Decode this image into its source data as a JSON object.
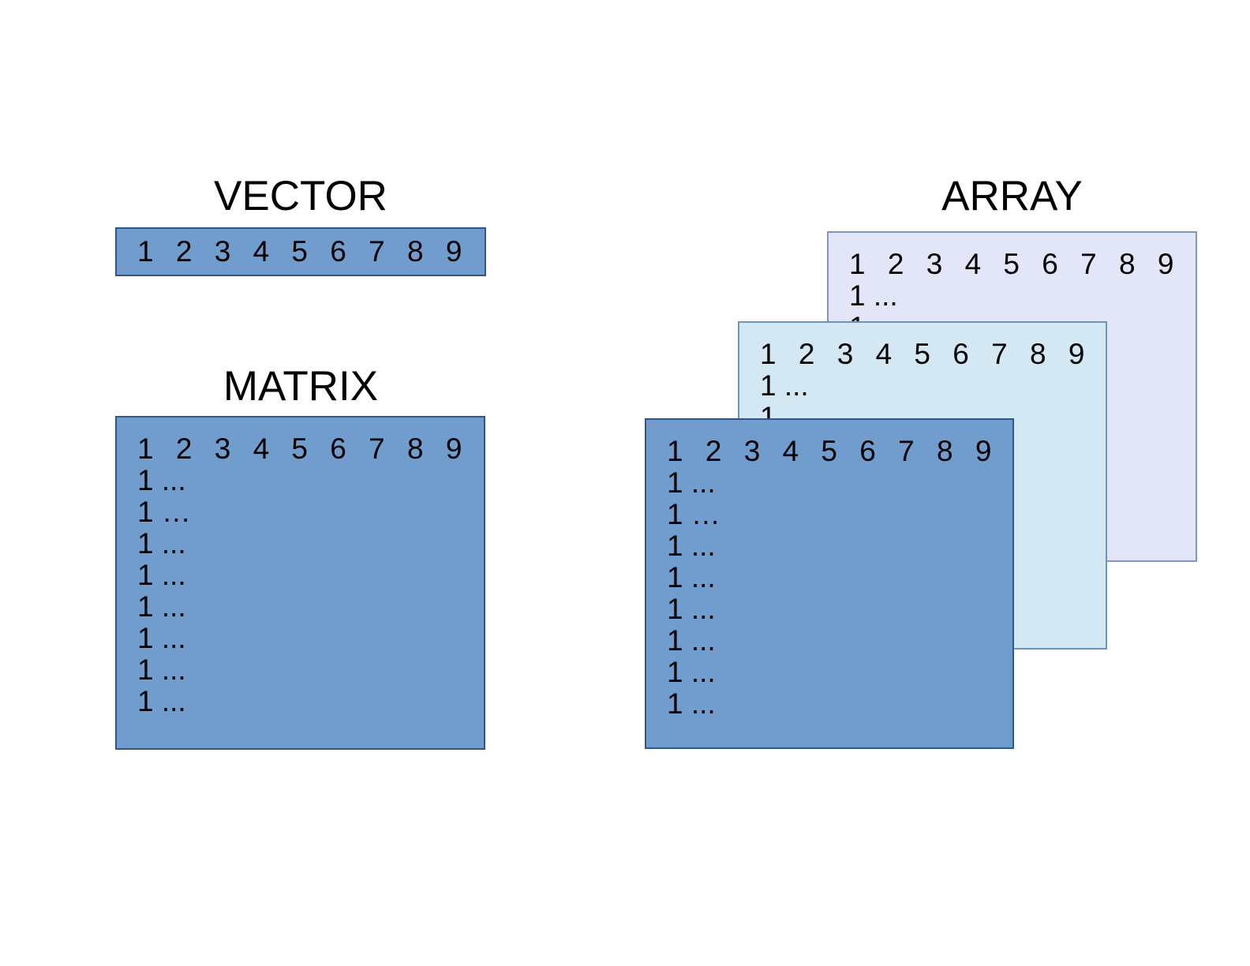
{
  "vector": {
    "title": "VECTOR",
    "cells": "1 2 3 4 5 6 7 8 9"
  },
  "matrix": {
    "title": "MATRIX"
  },
  "array": {
    "title": "ARRAY",
    "layers": [
      "back",
      "middle",
      "front"
    ]
  },
  "grid": {
    "header": "1 2 3 4 5 6 7 8 9",
    "rows": [
      "1 ...",
      "1 …",
      "1 ...",
      "1 ...",
      "1 ...",
      "1 ...",
      "1 ...",
      "1 ..."
    ]
  },
  "colors": {
    "box_fill": "#719DCE",
    "box_border": "#34558A",
    "array_back_fill": "#E3E5F9",
    "array_back_border": "#8094C9",
    "array_middle_fill": "#D4E8F4",
    "array_middle_border": "#6E93C3",
    "background": "#FFFFFF",
    "text": "#000000"
  }
}
